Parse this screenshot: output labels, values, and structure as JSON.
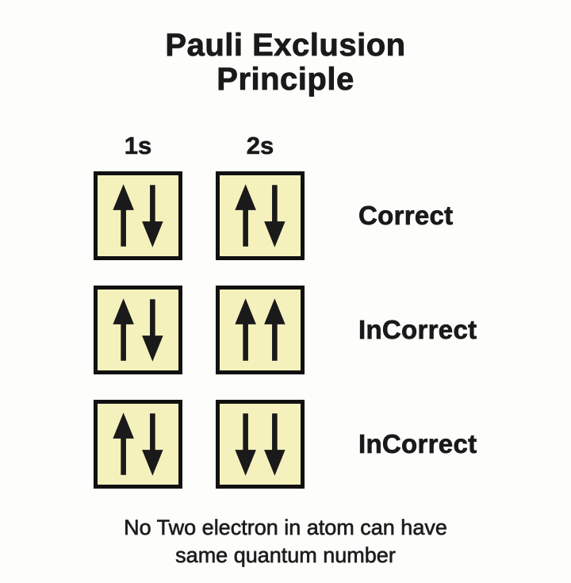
{
  "title": "Pauli Exclusion Principle",
  "columns": [
    "1s",
    "2s"
  ],
  "rows": [
    {
      "label": "Correct",
      "boxes": [
        [
          "up",
          "down"
        ],
        [
          "up",
          "down"
        ]
      ]
    },
    {
      "label": "InCorrect",
      "boxes": [
        [
          "up",
          "down"
        ],
        [
          "up",
          "up"
        ]
      ]
    },
    {
      "label": "InCorrect",
      "boxes": [
        [
          "up",
          "down"
        ],
        [
          "down",
          "down"
        ]
      ]
    }
  ],
  "footer": "No Two electron in atom can have same quantum number",
  "colors": {
    "background": "#fdfdfb",
    "box_fill": "#f5f1bd",
    "box_border": "#111111",
    "arrow": "#1a1a1a",
    "text": "#1a1a1a"
  }
}
